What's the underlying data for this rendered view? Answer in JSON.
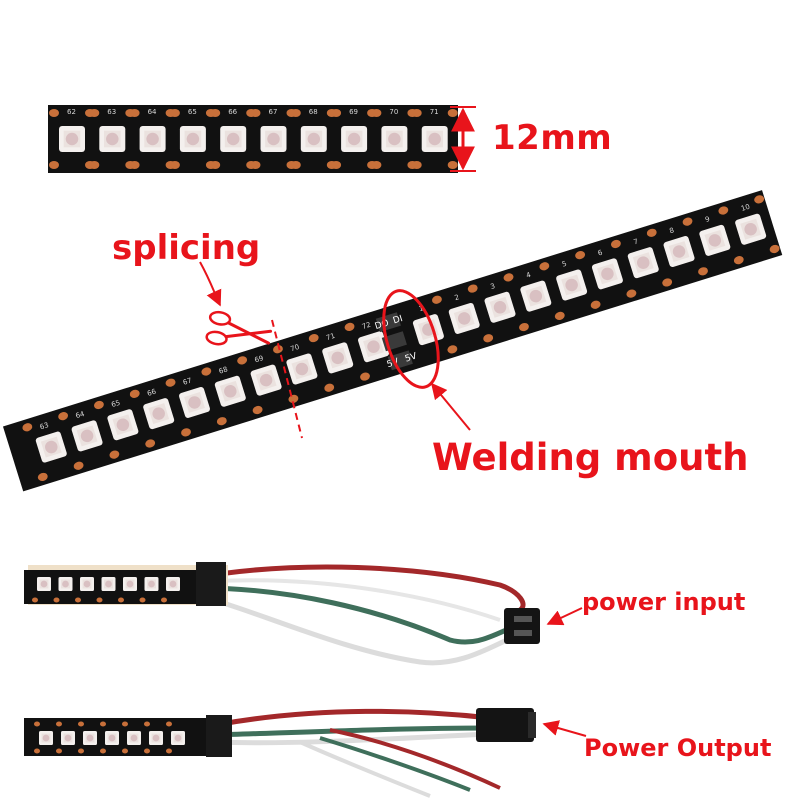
{
  "labels": {
    "width": "12mm",
    "splicing": "splicing",
    "welding": "Welding mouth",
    "power_input": "power input",
    "power_output": "Power Output"
  },
  "strip_top": {
    "led_numbers": [
      "62",
      "63",
      "64",
      "65",
      "66",
      "67",
      "68",
      "69",
      "70",
      "71"
    ]
  },
  "strip_main": {
    "left_numbers": [
      "63",
      "64",
      "65",
      "66",
      "67",
      "68",
      "69",
      "70",
      "71",
      "72"
    ],
    "right_numbers": [
      "1",
      "2",
      "3",
      "4",
      "5",
      "6",
      "7",
      "8",
      "9",
      "10"
    ],
    "pads_left": [
      "DO",
      "5V"
    ],
    "pads_right": [
      "DI",
      "5V"
    ]
  },
  "colors": {
    "annotation": "#e8141b",
    "pcb": "#111111",
    "pad": "#c8703a",
    "led_body": "#f4f0ee",
    "led_center": "#d9c0c2",
    "wire_red": "#a3282a",
    "wire_green": "#3f6f5b",
    "wire_white": "#dcdcdc",
    "connector": "#141414"
  }
}
